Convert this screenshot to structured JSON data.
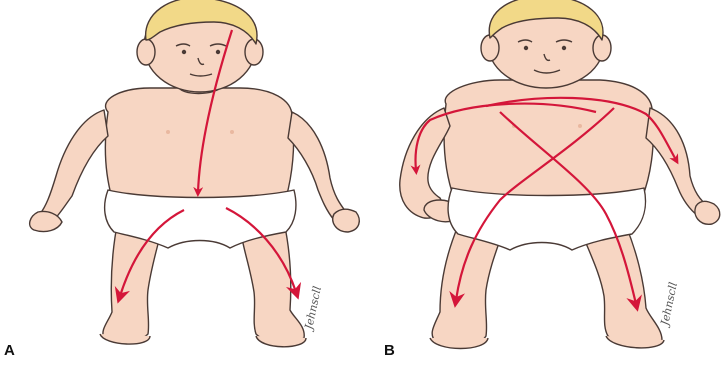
{
  "panels": [
    {
      "letter": "A",
      "description_key": "cephalocaudal"
    },
    {
      "letter": "B",
      "description_key": "proximodistal"
    }
  ],
  "signatures": [
    "Jehnscll",
    "Jehnscll"
  ],
  "colors": {
    "skin": "#f7d6c3",
    "skin_shadow": "#e9b8a0",
    "outline": "#4a3a35",
    "hair": "#f2d988",
    "hair_shadow": "#d9b860",
    "diaper": "#ffffff",
    "arrow": "#d4163a"
  }
}
